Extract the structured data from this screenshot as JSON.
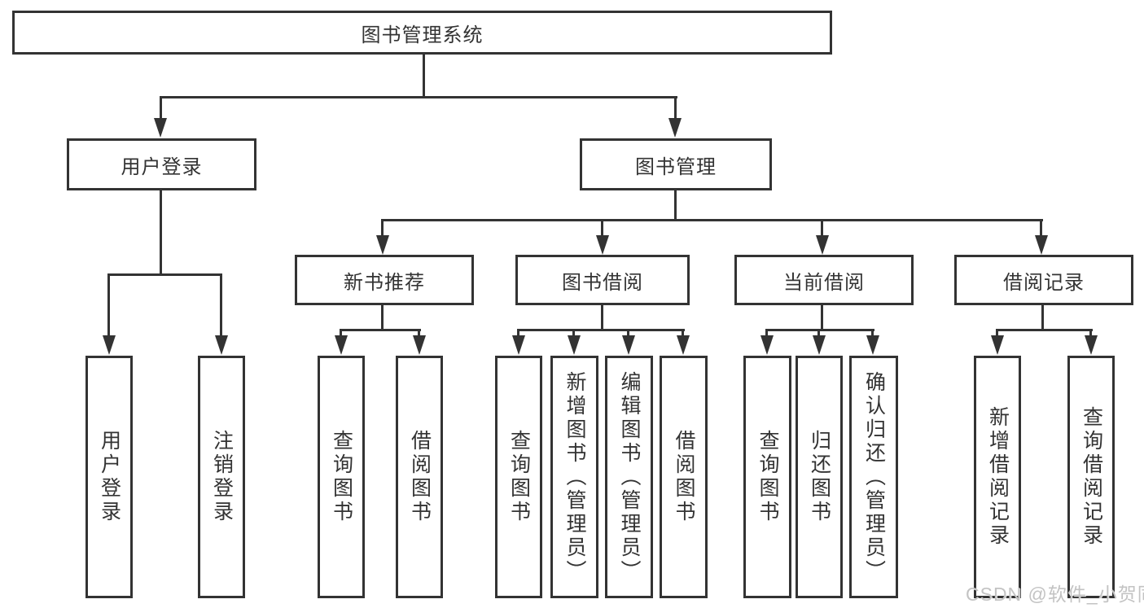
{
  "colors": {
    "line": "#333333",
    "box_border": "#333333",
    "label_text": "#333333",
    "watermark": "#c3c3c3",
    "background": "#ffffff"
  },
  "tree": {
    "label": "图书管理系统",
    "children": [
      {
        "label": "用户登录",
        "children": [
          {
            "label": "用户登录"
          },
          {
            "label": "注销登录"
          }
        ]
      },
      {
        "label": "图书管理",
        "children": [
          {
            "label": "新书推荐",
            "children": [
              {
                "label": "查询图书"
              },
              {
                "label": "借阅图书"
              }
            ]
          },
          {
            "label": "图书借阅",
            "children": [
              {
                "label": "查询图书"
              },
              {
                "label": "新增图书（管理员）"
              },
              {
                "label": "编辑图书（管理员）"
              },
              {
                "label": "借阅图书"
              }
            ]
          },
          {
            "label": "当前借阅",
            "children": [
              {
                "label": "查询图书"
              },
              {
                "label": "归还图书"
              },
              {
                "label": "确认归还（管理员）"
              }
            ]
          },
          {
            "label": "借阅记录",
            "children": [
              {
                "label": "新增借阅记录"
              },
              {
                "label": "查询借阅记录"
              }
            ]
          }
        ]
      }
    ]
  },
  "watermark": {
    "text": "CSDN @软件_小贺同学"
  }
}
